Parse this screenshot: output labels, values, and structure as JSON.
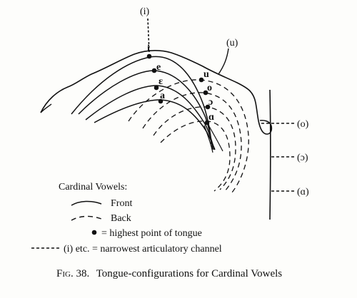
{
  "diagram": {
    "top_labels": {
      "i": "(i)",
      "u": "(u)"
    },
    "right_labels": {
      "o": "(o)",
      "open_o": "(ɔ)",
      "a_back": "(ɑ)"
    },
    "vowels": {
      "front": [
        "i",
        "e",
        "ɛ",
        "a"
      ],
      "back": [
        "u",
        "o",
        "ɔ",
        "ɑ"
      ]
    }
  },
  "legend": {
    "title": "Cardinal Vowels:",
    "front": "Front",
    "back": "Back",
    "dot": "= highest point of tongue",
    "channel": "(i) etc. = narrowest articulatory channel"
  },
  "caption": {
    "prefix": "Fig. 38.",
    "text": "Tongue-configurations for Cardinal Vowels"
  }
}
